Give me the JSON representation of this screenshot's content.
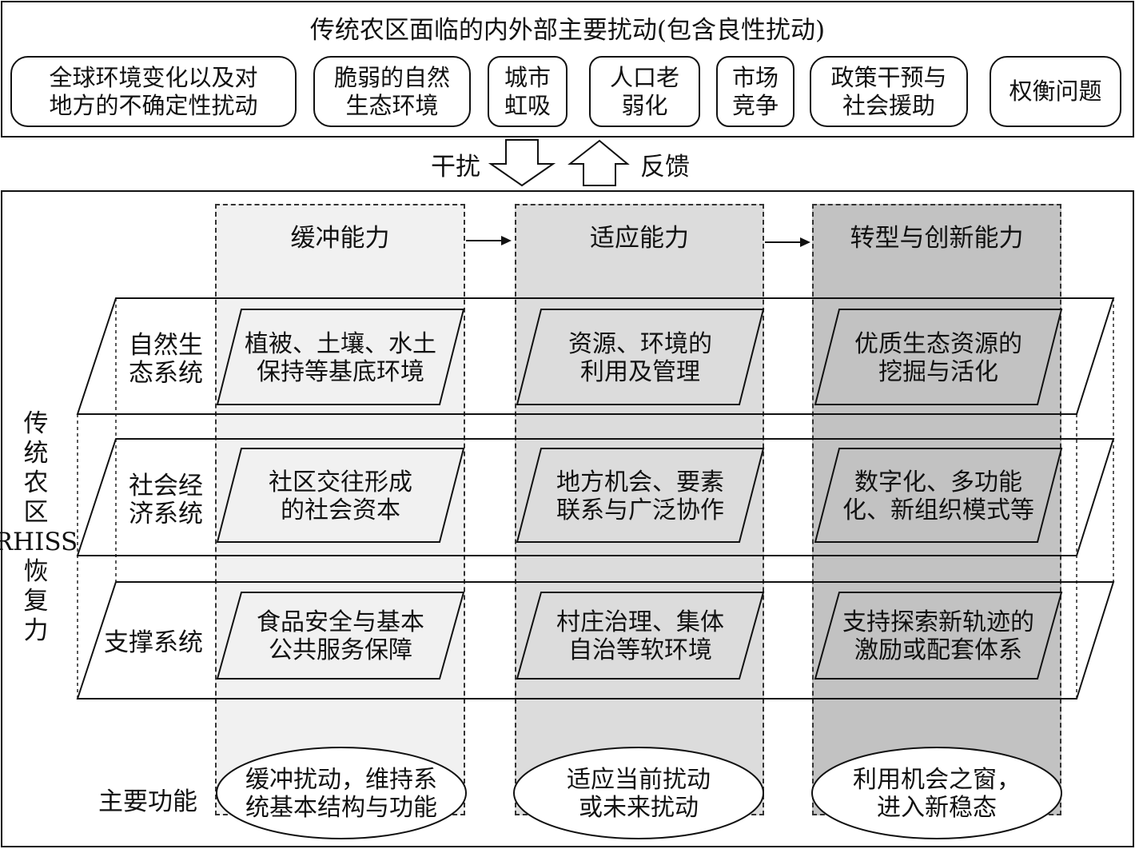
{
  "header": {
    "title": "传统农区面临的内外部主要扰动(包含良性扰动)",
    "disturbances": [
      "全球环境变化以及对\n地方的不确定性扰动",
      "脆弱的自然\n生态环境",
      "城市\n虹吸",
      "人口老\n弱化",
      "市场\n竞争",
      "政策干预与\n社会援助",
      "权衡问题"
    ]
  },
  "arrows": {
    "down_label": "干扰",
    "up_label": "反馈"
  },
  "main": {
    "side_title": "传\n统\n农\n区\nRHISS\n恢\n复\n力",
    "columns": [
      "缓冲能力",
      "适应能力",
      "转型与创新能力"
    ],
    "column_colors": [
      "#f1f1f1",
      "#dcdcdc",
      "#c2c2c2"
    ],
    "planes": [
      {
        "label": "自然生\n态系统",
        "cells": [
          "植被、土壤、水土\n保持等基底环境",
          "资源、环境的\n利用及管理",
          "优质生态资源的\n挖掘与活化"
        ]
      },
      {
        "label": "社会经\n济系统",
        "cells": [
          "社区交往形成\n的社会资本",
          "地方机会、要素\n联系与广泛协作",
          "数字化、多功能\n化、新组织模式等"
        ]
      },
      {
        "label": "支撑系统",
        "cells": [
          "食品安全与基本\n公共服务保障",
          "村庄治理、集体\n自治等软环境",
          "支持探索新轨迹的\n激励或配套体系"
        ]
      }
    ],
    "function_label": "主要功能",
    "functions": [
      "缓冲扰动，维持系\n统基本结构与功能",
      "适应当前扰动\n或未来扰动",
      "利用机会之窗，\n进入新稳态"
    ]
  }
}
